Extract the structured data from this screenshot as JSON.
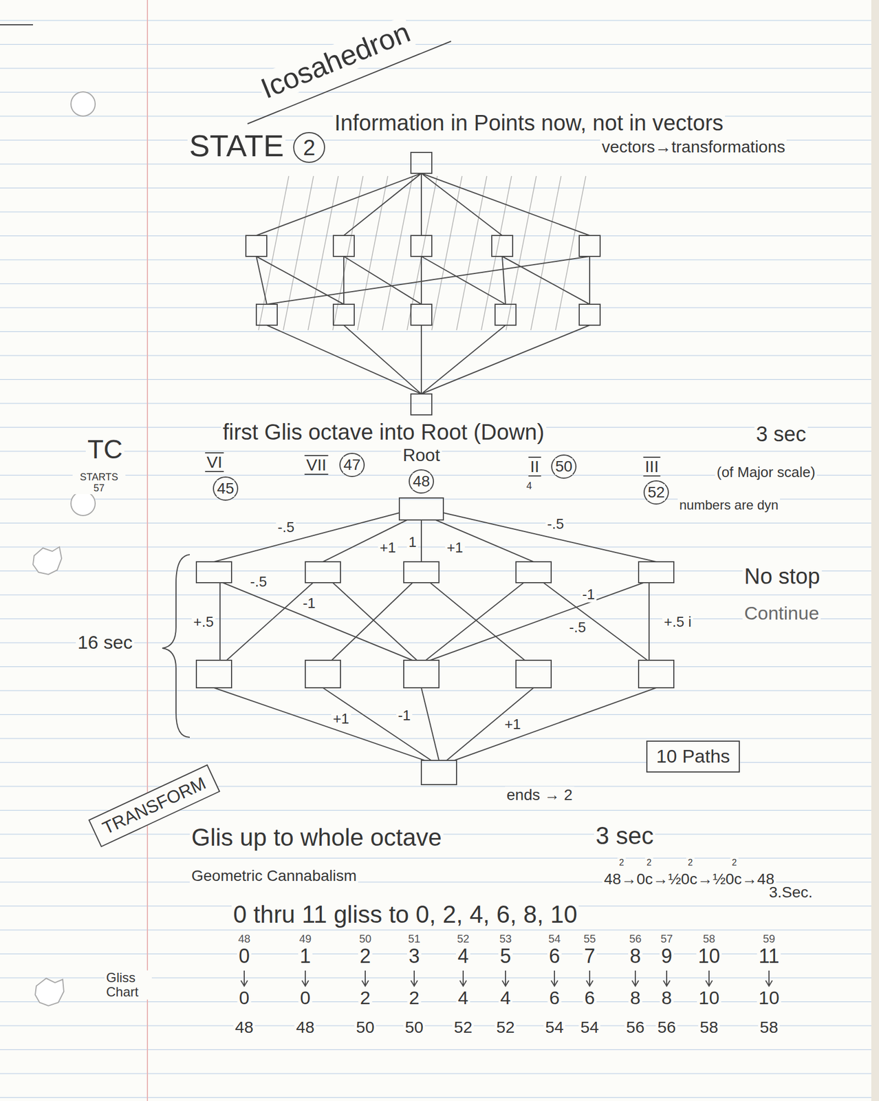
{
  "diagram": {
    "title": "Icosahedron",
    "nodes": [
      {
        "text": [
          "2"
        ]
      },
      {
        "text": [
          "45"
        ]
      },
      {
        "text": [
          "47"
        ]
      },
      {
        "text": [
          "48"
        ]
      },
      {
        "text": [
          "50"
        ]
      },
      {
        "text": [
          "52"
        ]
      },
      {
        "text": [
          "10 Paths"
        ]
      },
      {
        "text": [
          "TRANSFORM"
        ]
      }
    ],
    "labels": [
      "Information in Points now, not in vectors",
      "vectors→transformations",
      "STATE",
      "TC",
      "STARTS 57",
      "first Glis octave into Root (Down)",
      "3 sec",
      "VI",
      "VII",
      "Root",
      "II",
      "4",
      "III",
      "(of Major scale)",
      "numbers are dyn",
      "-.5",
      "+1",
      "1",
      "+1",
      "-.5",
      "+.5",
      "-.5",
      "-1",
      "-1",
      "-.5",
      "+.5 i",
      "No stop",
      "Continue",
      "16 sec",
      "+1",
      "-1",
      "+1",
      "ends → 2",
      "Glis up to whole octave",
      "3 sec",
      "Geometric Cannabalism",
      "2",
      "2",
      "2",
      "2",
      "48→0c→½0c→½0c→48",
      "3.Sec.",
      "0 thru 11 gliss to 0, 2, 4, 6, 8, 10",
      "48",
      "49",
      "50",
      "51",
      "52",
      "53",
      "54",
      "55",
      "56",
      "57",
      "58",
      "59",
      "0",
      "1",
      "2",
      "3",
      "4",
      "5",
      "6",
      "7",
      "8",
      "9",
      "10",
      "11",
      "Gliss Chart",
      "0",
      "0",
      "2",
      "2",
      "4",
      "4",
      "6",
      "6",
      "8",
      "8",
      "10",
      "10",
      "48",
      "48",
      "50",
      "50",
      "52",
      "52",
      "54",
      "54",
      "56",
      "56",
      "58",
      "58"
    ]
  }
}
